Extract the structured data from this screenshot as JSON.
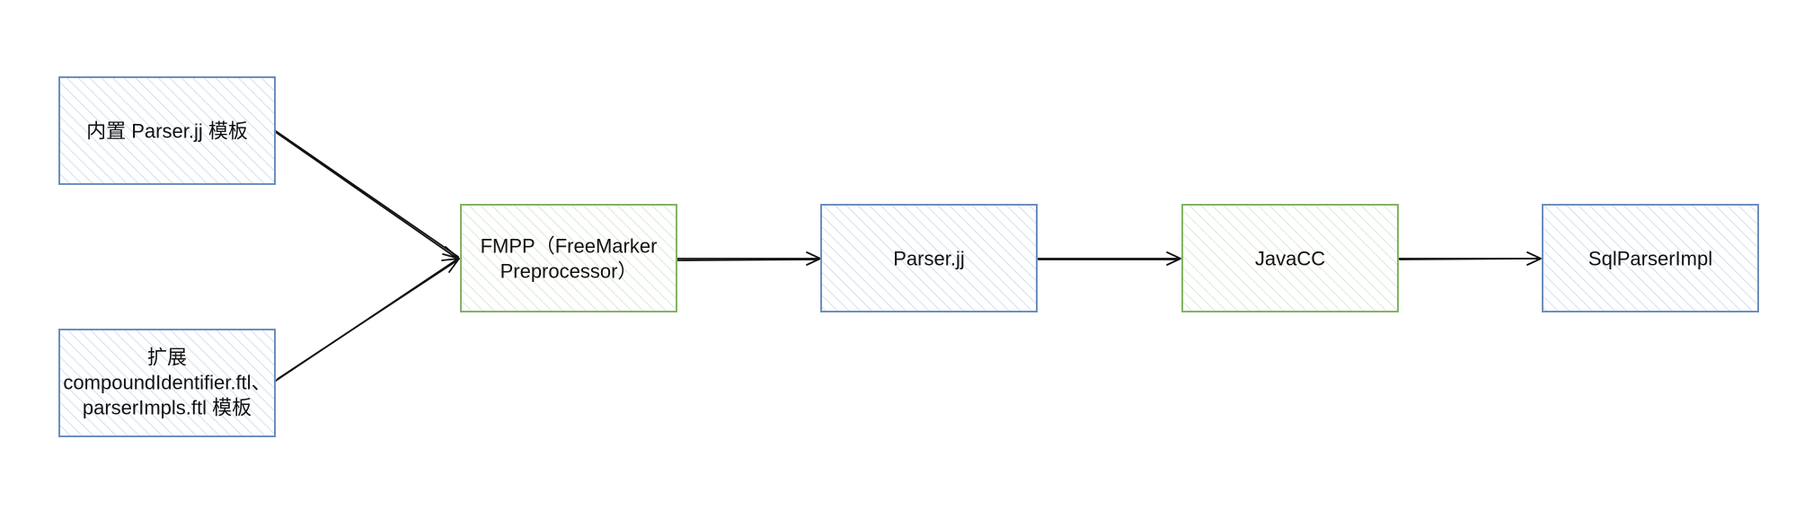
{
  "colors": {
    "blue_stroke": "#6c8ebf",
    "blue_hatch": "#b9cfe9",
    "green_stroke": "#82b366",
    "green_hatch": "#c7dfb7",
    "edge": "#111111"
  },
  "nodes": {
    "builtin_template": {
      "lines": [
        "内置 Parser.jj 模板"
      ]
    },
    "extension_templates": {
      "lines": [
        "扩展",
        "compoundIdentifier.ftl、",
        "parserImpls.ftl 模板"
      ]
    },
    "fmpp": {
      "lines": [
        "FMPP（FreeMarker",
        "Preprocessor）"
      ]
    },
    "parser_jj": {
      "lines": [
        "Parser.jj"
      ]
    },
    "javacc": {
      "lines": [
        "JavaCC"
      ]
    },
    "sql_parser_impl": {
      "lines": [
        "SqlParserImpl"
      ]
    }
  }
}
